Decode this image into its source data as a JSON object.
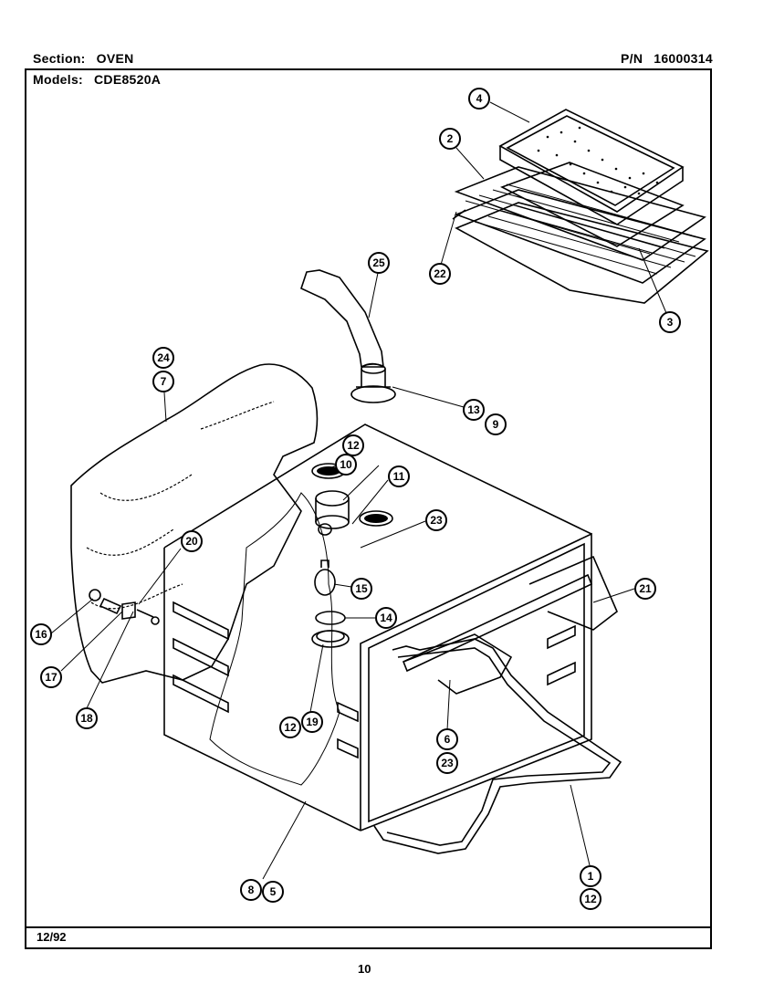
{
  "header": {
    "section_label": "Section:",
    "section_value": "OVEN",
    "pn_label": "P/N",
    "pn_value": "16000314",
    "models_label": "Models:",
    "models_value": "CDE8520A"
  },
  "footer": {
    "date": "12/92",
    "page": "10"
  },
  "callouts": [
    "4",
    "2",
    "22",
    "3",
    "25",
    "24",
    "7",
    "13",
    "9",
    "12",
    "10",
    "11",
    "23",
    "20",
    "21",
    "15",
    "14",
    "16",
    "17",
    "18",
    "12",
    "19",
    "6",
    "23",
    "8",
    "5",
    "1",
    "12"
  ]
}
